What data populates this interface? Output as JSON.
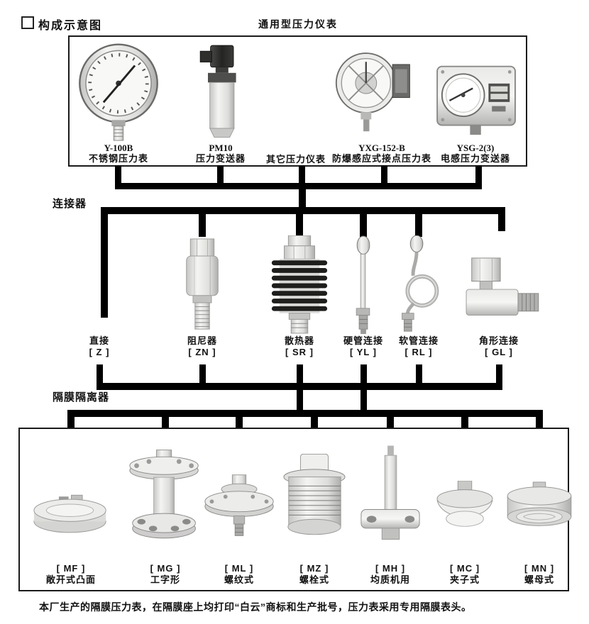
{
  "header": {
    "title": "构成示意图",
    "group_title": "通用型压力仪表"
  },
  "sections": {
    "connectors_label": "连接器",
    "isolators_label": "隔膜隔离器"
  },
  "gauges": [
    {
      "model": "Y-100B",
      "name": "不锈钢压力表",
      "icon": "pressure-gauge"
    },
    {
      "model": "PM10",
      "name": "压力变送器",
      "icon": "pressure-transmitter"
    },
    {
      "model": "",
      "name": "其它压力仪表",
      "icon": "none"
    },
    {
      "model": "YXG-152-B",
      "name": "防爆感应式接点压力表",
      "icon": "contact-pressure-gauge"
    },
    {
      "model": "YSG-2(3)",
      "name": "电感压力变送器",
      "icon": "inductive-transmitter"
    }
  ],
  "connectors": [
    {
      "name": "直接",
      "code": "[ Z ]",
      "icon": "none"
    },
    {
      "name": "阻尼器",
      "code": "[ ZN ]",
      "icon": "damper"
    },
    {
      "name": "散热器",
      "code": "[ SR ]",
      "icon": "radiator"
    },
    {
      "name": "硬管连接",
      "code": "[ YL ]",
      "icon": "rigid-tube"
    },
    {
      "name": "软管连接",
      "code": "[ RL ]",
      "icon": "flexible-hose"
    },
    {
      "name": "角形连接",
      "code": "[ GL ]",
      "icon": "angle-fitting"
    }
  ],
  "isolators": [
    {
      "code": "[ MF ]",
      "name": "敞开式凸面",
      "icon": "open-convex-diaphragm"
    },
    {
      "code": "[ MG ]",
      "name": "工字形",
      "icon": "i-shape-diaphragm"
    },
    {
      "code": "[ ML ]",
      "name": "螺纹式",
      "icon": "thread-diaphragm"
    },
    {
      "code": "[ MZ ]",
      "name": "螺栓式",
      "icon": "bolt-diaphragm"
    },
    {
      "code": "[ MH ]",
      "name": "均质机用",
      "icon": "homogenizer-diaphragm"
    },
    {
      "code": "[ MC ]",
      "name": "夹子式",
      "icon": "clamp-diaphragm"
    },
    {
      "code": "[ MN ]",
      "name": "螺母式",
      "icon": "nut-diaphragm"
    }
  ],
  "footer": {
    "note": "本厂生产的隔膜压力表，在隔膜座上均打印“白云”商标和生产批号，压力表采用专用隔膜表头。"
  },
  "colors": {
    "line": "#000000",
    "text": "#111111",
    "metal_light": "#f2f2f0",
    "metal_dark": "#b8b8b6"
  }
}
